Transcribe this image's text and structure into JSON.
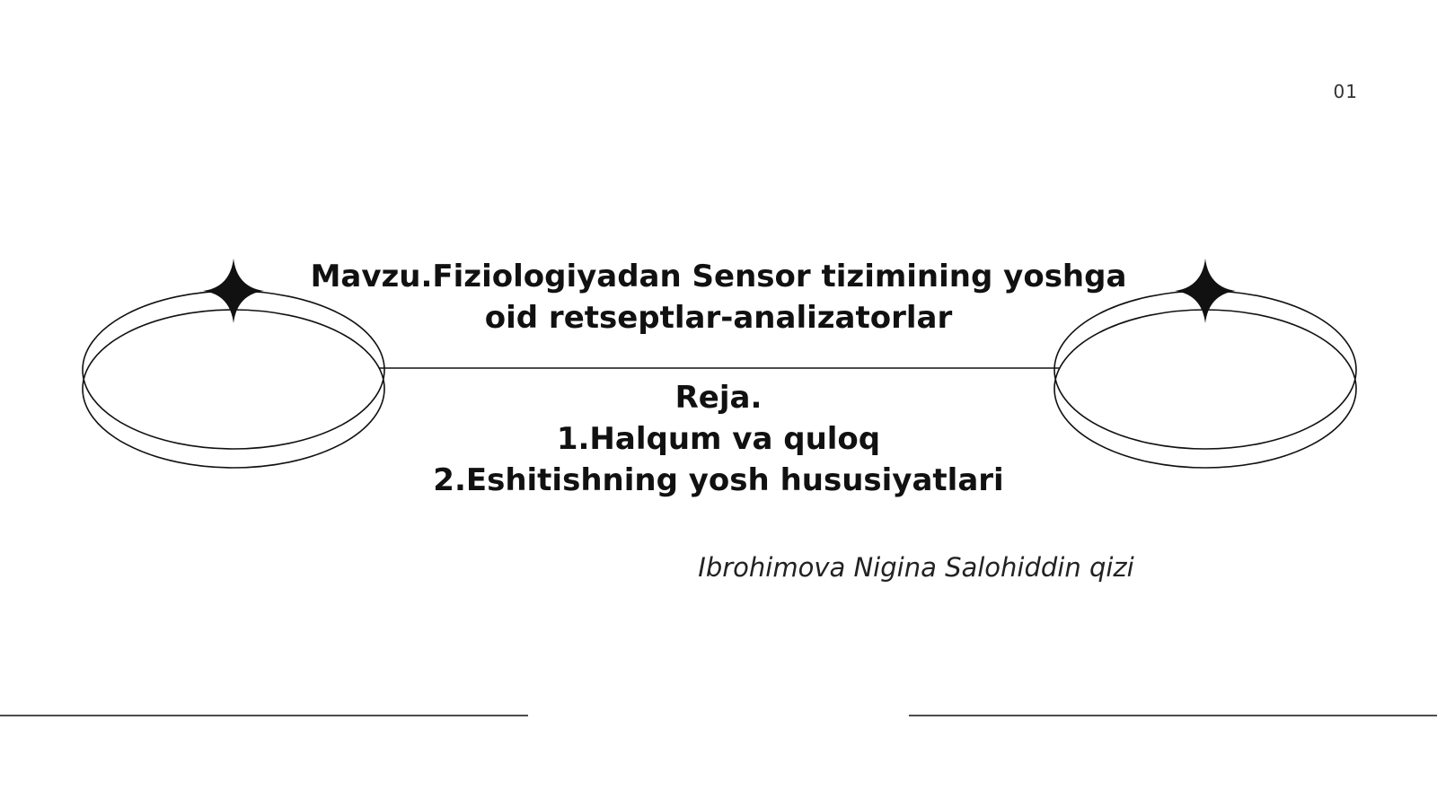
{
  "slide": {
    "page_number": "01",
    "title": "Mavzu.Fiziologiyadan Sensor tizimining yoshga oid retseptlar-analizatorlar",
    "plan": {
      "heading": "Reja.",
      "items": [
        "1.Halqum va quloq",
        "2.Eshitishning yosh hususiyatlari"
      ]
    },
    "author": "Ibrohimova Nigina Salohiddin qizi"
  },
  "decorations": {
    "left": [
      "ring-icon",
      "sparkle-star-icon"
    ],
    "right": [
      "ring-icon",
      "sparkle-star-icon"
    ],
    "stroke_color": "#111111"
  }
}
